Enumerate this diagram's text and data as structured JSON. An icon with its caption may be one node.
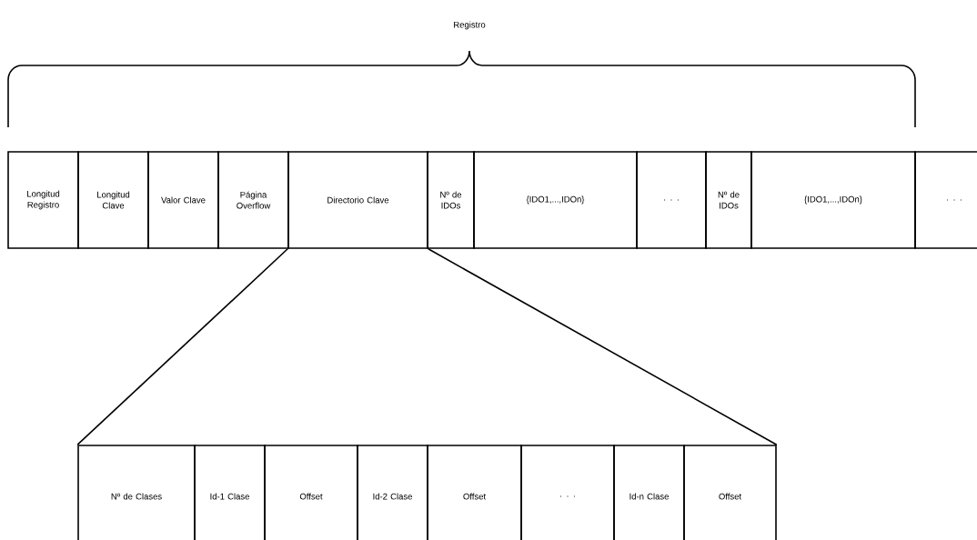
{
  "diagram": {
    "nodes": [
      {
        "text": [
          "Longitud Registro"
        ]
      },
      {
        "text": [
          "Longitud Clave"
        ]
      },
      {
        "text": [
          "Valor Clave"
        ]
      },
      {
        "text": [
          "Página Overflow"
        ]
      },
      {
        "text": [
          "Directorio Clave"
        ]
      },
      {
        "text": [
          "Nº de IDOs"
        ]
      },
      {
        "text": [
          "{IDO1,...,IDOn}"
        ]
      },
      {
        "text": [
          ". . ."
        ]
      },
      {
        "text": [
          "Nº de IDOs"
        ]
      },
      {
        "text": [
          "{IDO1,...,IDOn}"
        ]
      },
      {
        "text": [
          ". . ."
        ]
      },
      {
        "text": [
          "Nº de Clases"
        ]
      },
      {
        "text": [
          "Id-1 Clase"
        ]
      },
      {
        "text": [
          "Offset"
        ]
      },
      {
        "text": [
          "Id-2 Clase"
        ]
      },
      {
        "text": [
          "Offset"
        ]
      },
      {
        "text": [
          ". . ."
        ]
      },
      {
        "text": [
          "Id-n Clase"
        ]
      },
      {
        "text": [
          "Offset"
        ]
      }
    ],
    "edges": [
      {
        "from": 4,
        "to": 11,
        "arrow": "none"
      },
      {
        "from": 4,
        "to": 18,
        "arrow": "none"
      }
    ],
    "labels": [
      "Registro"
    ]
  }
}
